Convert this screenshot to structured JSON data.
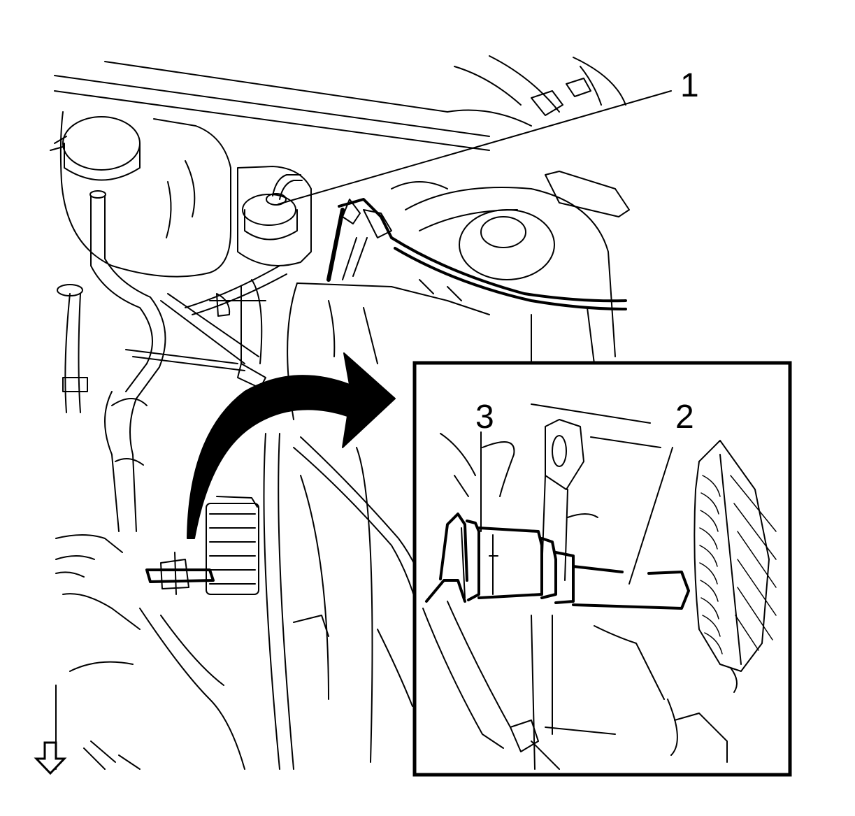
{
  "callouts": [
    {
      "id": "1",
      "label": "1"
    },
    {
      "id": "2",
      "label": "2"
    },
    {
      "id": "3",
      "label": "3"
    }
  ],
  "icons": {
    "orientation_arrow": "down-arrow-icon",
    "transition_arrow": "curved-arrow-icon"
  },
  "colors": {
    "line": "#000000",
    "background": "#ffffff"
  }
}
